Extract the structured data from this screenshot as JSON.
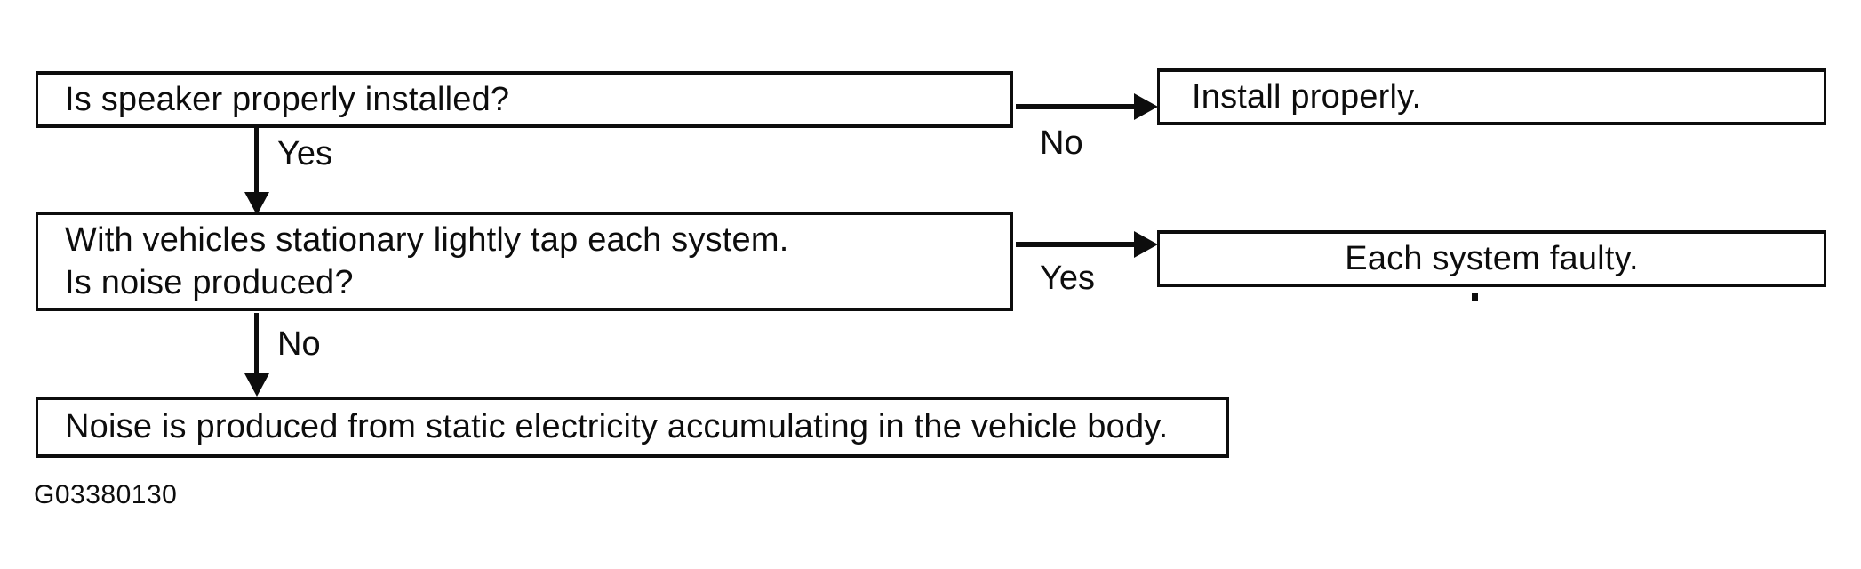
{
  "figure_code": "G03380130",
  "colors": {
    "ink": "#0d0d0d",
    "background": "#ffffff"
  },
  "flowchart": {
    "nodes": {
      "q1": "Is speaker properly installed?",
      "install": "Install properly.",
      "q2_line1": "With vehicles stationary lightly tap each system.",
      "q2_line2": "Is noise produced?",
      "faulty": "Each system faulty.",
      "conclusion": "Noise is produced from static electricity accumulating in the vehicle body."
    },
    "edges": {
      "q1_no": "No",
      "q1_yes": "Yes",
      "q2_yes": "Yes",
      "q2_no": "No"
    }
  }
}
